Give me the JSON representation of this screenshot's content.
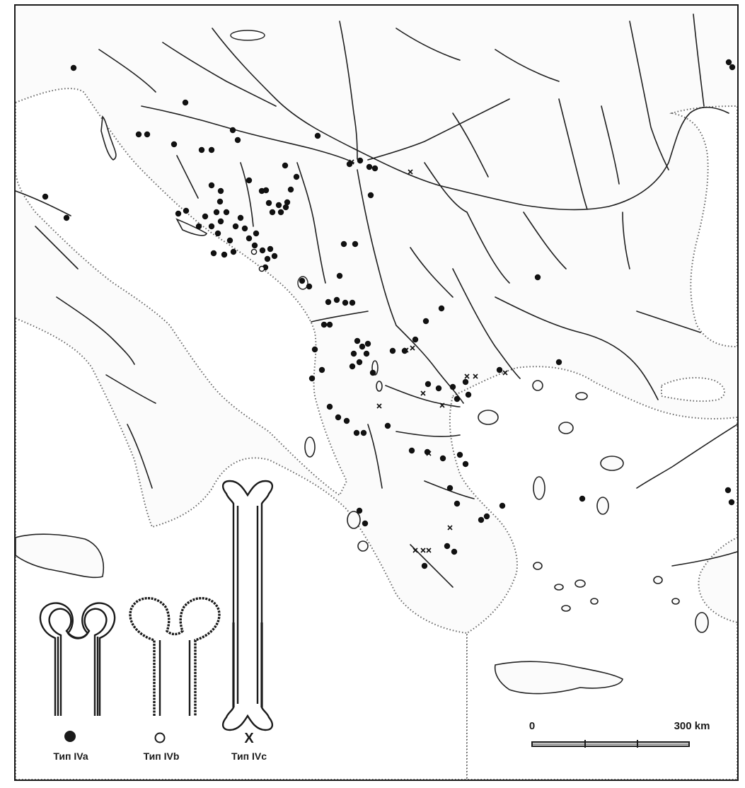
{
  "legend": {
    "items": [
      {
        "symbol": "filled-circle",
        "label": "Тип IVa"
      },
      {
        "symbol": "open-circle",
        "label": "Тип IVb"
      },
      {
        "symbol": "cross",
        "label": "Тип IVc"
      }
    ]
  },
  "scale_bar": {
    "start_label": "0",
    "end_label": "300 km",
    "segments": 4
  },
  "sites": {
    "type_IVa": [
      [
        104,
        96
      ],
      [
        196,
        190
      ],
      [
        208,
        190
      ],
      [
        246,
        204
      ],
      [
        285,
        212
      ],
      [
        299,
        212
      ],
      [
        336,
        198
      ],
      [
        329,
        184
      ],
      [
        262,
        145
      ],
      [
        449,
        192
      ],
      [
        509,
        227
      ],
      [
        522,
        236
      ],
      [
        494,
        232
      ],
      [
        299,
        262
      ],
      [
        312,
        270
      ],
      [
        311,
        285
      ],
      [
        320,
        300
      ],
      [
        306,
        300
      ],
      [
        290,
        306
      ],
      [
        263,
        298
      ],
      [
        252,
        302
      ],
      [
        340,
        308
      ],
      [
        333,
        320
      ],
      [
        346,
        323
      ],
      [
        352,
        337
      ],
      [
        325,
        340
      ],
      [
        308,
        330
      ],
      [
        312,
        313
      ],
      [
        299,
        320
      ],
      [
        281,
        320
      ],
      [
        362,
        330
      ],
      [
        371,
        354
      ],
      [
        382,
        352
      ],
      [
        388,
        362
      ],
      [
        378,
        366
      ],
      [
        375,
        378
      ],
      [
        360,
        347
      ],
      [
        330,
        356
      ],
      [
        302,
        358
      ],
      [
        317,
        360
      ],
      [
        385,
        300
      ],
      [
        394,
        290
      ],
      [
        406,
        286
      ],
      [
        397,
        300
      ],
      [
        404,
        293
      ],
      [
        376,
        269
      ],
      [
        380,
        287
      ],
      [
        403,
        234
      ],
      [
        352,
        255
      ],
      [
        370,
        270
      ],
      [
        411,
        268
      ],
      [
        419,
        250
      ],
      [
        486,
        345
      ],
      [
        502,
        345
      ],
      [
        480,
        390
      ],
      [
        476,
        424
      ],
      [
        464,
        427
      ],
      [
        458,
        459
      ],
      [
        466,
        459
      ],
      [
        498,
        428
      ],
      [
        488,
        428
      ],
      [
        427,
        397
      ],
      [
        437,
        405
      ],
      [
        524,
        276
      ],
      [
        530,
        238
      ],
      [
        760,
        392
      ],
      [
        1030,
        88
      ],
      [
        1035,
        95
      ],
      [
        1029,
        693
      ],
      [
        1034,
        710
      ],
      [
        64,
        278
      ],
      [
        94,
        308
      ],
      [
        445,
        494
      ],
      [
        455,
        523
      ],
      [
        441,
        535
      ],
      [
        505,
        482
      ],
      [
        512,
        490
      ],
      [
        520,
        486
      ],
      [
        518,
        500
      ],
      [
        508,
        512
      ],
      [
        500,
        500
      ],
      [
        498,
        518
      ],
      [
        527,
        527
      ],
      [
        555,
        496
      ],
      [
        572,
        496
      ],
      [
        602,
        454
      ],
      [
        624,
        436
      ],
      [
        587,
        480
      ],
      [
        605,
        543
      ],
      [
        620,
        549
      ],
      [
        640,
        547
      ],
      [
        662,
        558
      ],
      [
        658,
        540
      ],
      [
        646,
        564
      ],
      [
        466,
        575
      ],
      [
        478,
        590
      ],
      [
        490,
        595
      ],
      [
        504,
        612
      ],
      [
        514,
        612
      ],
      [
        548,
        602
      ],
      [
        582,
        637
      ],
      [
        604,
        639
      ],
      [
        626,
        648
      ],
      [
        650,
        643
      ],
      [
        658,
        656
      ],
      [
        636,
        690
      ],
      [
        646,
        712
      ],
      [
        680,
        735
      ],
      [
        688,
        730
      ],
      [
        710,
        715
      ],
      [
        632,
        772
      ],
      [
        642,
        780
      ],
      [
        600,
        800
      ],
      [
        508,
        722
      ],
      [
        516,
        740
      ],
      [
        706,
        523
      ],
      [
        790,
        512
      ],
      [
        823,
        705
      ]
    ],
    "type_IVb": [
      [
        359,
        356
      ],
      [
        370,
        380
      ]
    ],
    "type_IVc": [
      [
        497,
        229
      ],
      [
        580,
        243
      ],
      [
        583,
        492
      ],
      [
        574,
        495
      ],
      [
        598,
        556
      ],
      [
        625,
        573
      ],
      [
        536,
        574
      ],
      [
        606,
        641
      ],
      [
        660,
        532
      ],
      [
        672,
        532
      ],
      [
        587,
        778
      ],
      [
        598,
        778
      ],
      [
        606,
        778
      ],
      [
        636,
        746
      ],
      [
        714,
        527
      ]
    ]
  }
}
